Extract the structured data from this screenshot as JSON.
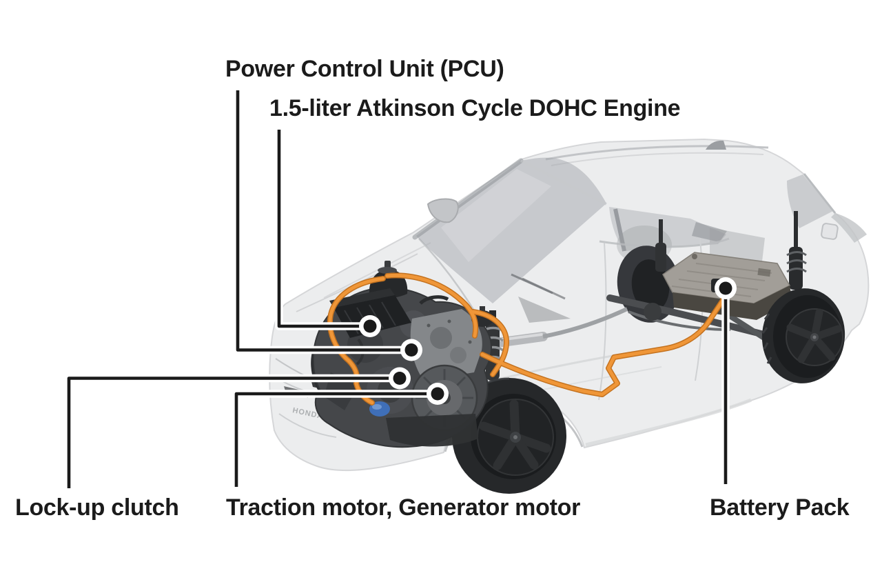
{
  "diagram": {
    "labels": {
      "pcu": "Power Control Unit (PCU)",
      "engine": "1.5-liter Atkinson Cycle DOHC Engine",
      "lockup": "Lock-up clutch",
      "traction": "Traction motor, Generator motor",
      "battery": "Battery Pack"
    },
    "badge": "HONDA",
    "colors": {
      "background": "#ffffff",
      "label_text": "#1b1b1b",
      "callout_line": "#1a1a1a",
      "callout_casing": "#ffffff",
      "cable_orange": "#ef9638",
      "cable_orange_dark": "#c4721f",
      "body_light_gray": "#ecedee",
      "glass_gray": "#a2a6ab",
      "component_dark": "#2e3032",
      "battery_top": "#a29e98",
      "battery_side": "#4a4741",
      "compressor_blue": "#3f6fb8"
    }
  }
}
